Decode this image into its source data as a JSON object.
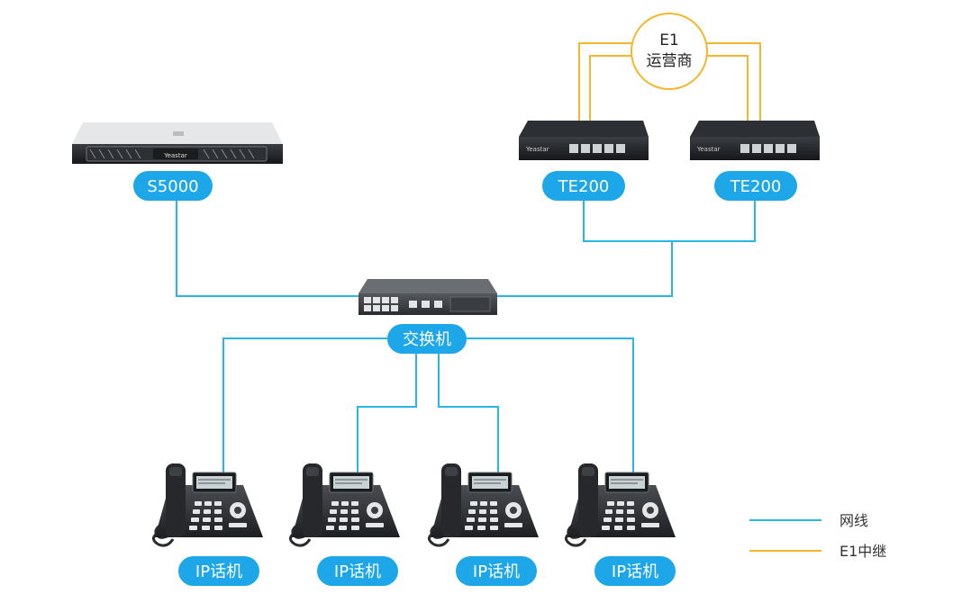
{
  "colors": {
    "network": "#29b6e6",
    "e1": "#f2b72a",
    "pill": "#1ea7e8",
    "pill_text": "#ffffff"
  },
  "nodes": {
    "server_label": "S5000",
    "gateway1_label": "TE200",
    "gateway2_label": "TE200",
    "switch_label": "交换机",
    "carrier_line1": "E1",
    "carrier_line2": "运营商",
    "phones": [
      {
        "label": "IP话机"
      },
      {
        "label": "IP话机"
      },
      {
        "label": "IP话机"
      },
      {
        "label": "IP话机"
      }
    ]
  },
  "legend": {
    "network_label": "网线",
    "e1_label": "E1中继"
  }
}
